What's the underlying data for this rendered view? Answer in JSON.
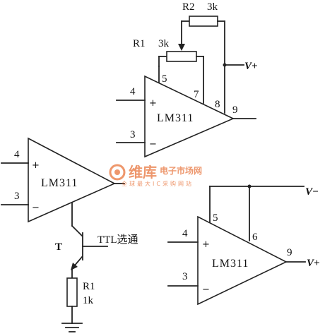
{
  "opamp_top": {
    "chip": "LM311",
    "pin_in_plus": "4",
    "pin_in_minus": "3",
    "pin_5": "5",
    "pin_7": "7",
    "pin_8": "8",
    "pin_out": "9",
    "plus": "+",
    "minus": "−"
  },
  "opamp_left": {
    "chip": "LM311",
    "pin_in_plus": "4",
    "pin_in_minus": "3",
    "plus": "+",
    "minus": "−"
  },
  "opamp_right": {
    "chip": "LM311",
    "pin_in_plus": "4",
    "pin_in_minus": "3",
    "pin_5": "5",
    "pin_6": "6",
    "pin_out": "9",
    "plus": "+",
    "minus": "−"
  },
  "r2": {
    "name": "R2",
    "value": "3k"
  },
  "r1_top": {
    "name": "R1",
    "value": "3k"
  },
  "r1_bottom": {
    "name": "R1",
    "value": "1k"
  },
  "transistor": {
    "name": "T"
  },
  "ttl_label": "TTL选通",
  "supply_top": "V+",
  "supply_right_top": "V−",
  "supply_right_out": "V+",
  "watermark": {
    "brand": "维库",
    "sub": "电子市场网",
    "tagline": "全球最大IC采购网站",
    "color": "#e8743b"
  }
}
